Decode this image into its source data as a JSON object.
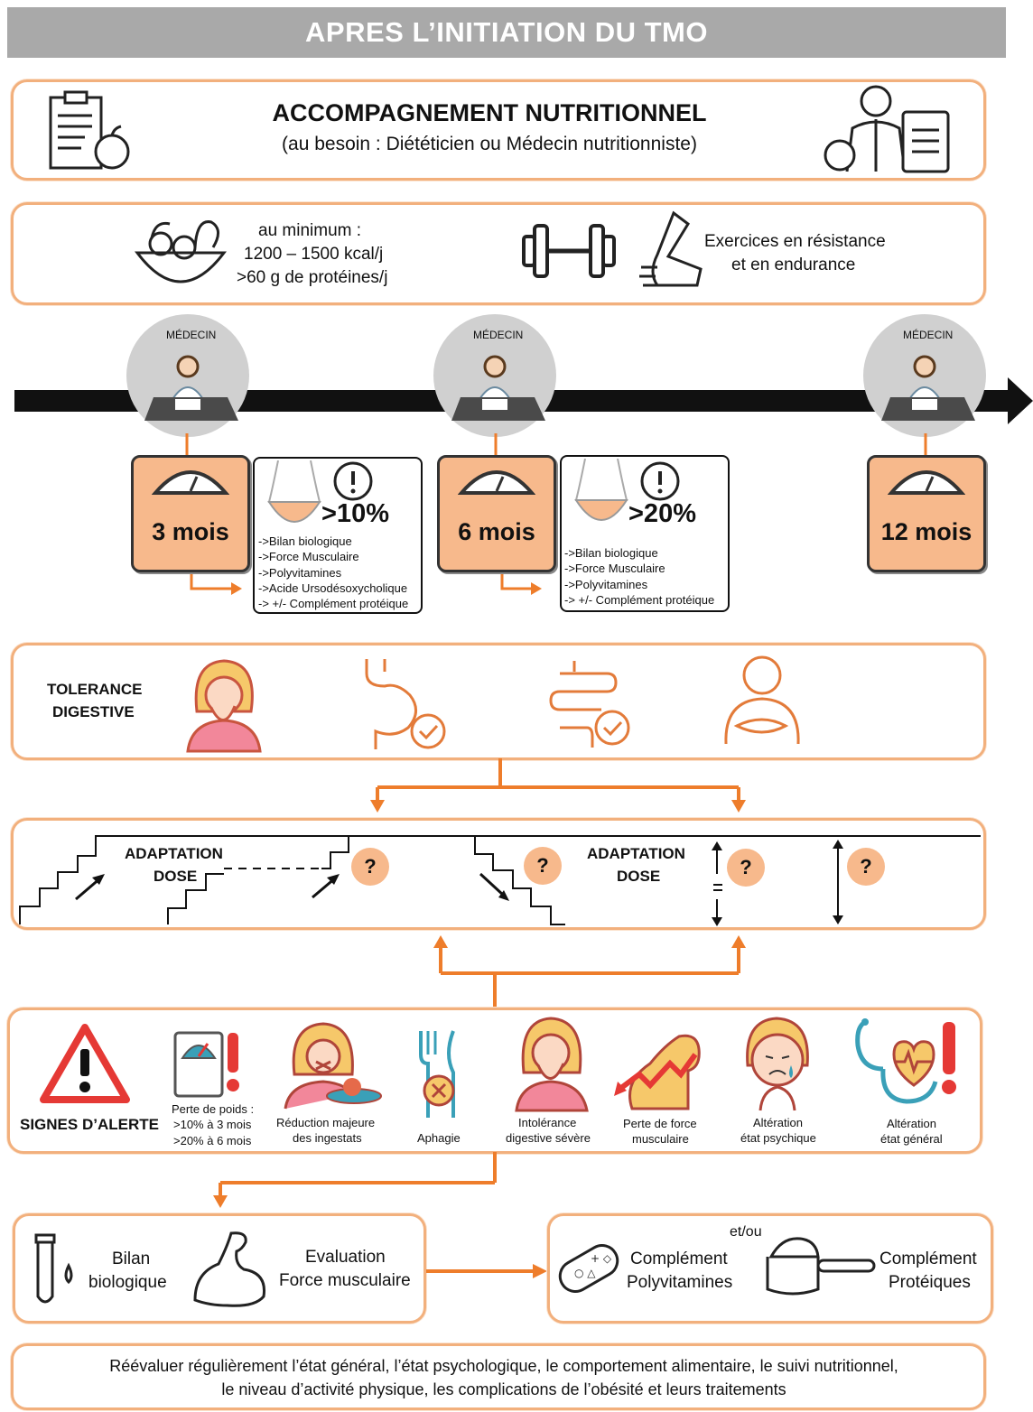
{
  "header": {
    "title": "APRES L’INITIATION DU TMO"
  },
  "nutrition": {
    "title": "ACCOMPAGNEMENT NUTRITIONNEL",
    "subtitle": "(au besoin : Diététicien ou Médecin nutritionniste)"
  },
  "targets": {
    "line1": "au minimum :",
    "line2": "1200 – 1500 kcal/j",
    "line3": ">60 g de protéines/j",
    "exercise1": "Exercices en résistance",
    "exercise2": "et en endurance"
  },
  "timeline": {
    "doctor_label": "MÉDECIN",
    "checkpoints": [
      {
        "label": "3 mois",
        "threshold": ">10%",
        "items": [
          "->Bilan biologique",
          "->Force Musculaire",
          "->Polyvitamines",
          "->Acide Ursodésoxycholique",
          "-> +/- Complément protéique"
        ]
      },
      {
        "label": "6 mois",
        "threshold": ">20%",
        "items": [
          "->Bilan biologique",
          "->Force Musculaire",
          "->Polyvitamines",
          "-> +/- Complément protéique"
        ]
      },
      {
        "label": "12 mois"
      }
    ]
  },
  "tolerance": {
    "line1": "TOLERANCE",
    "line2": "DIGESTIVE"
  },
  "adaptation": {
    "left_line1": "ADAPTATION",
    "left_line2": "DOSE",
    "right_line1": "ADAPTATION",
    "right_line2": "DOSE",
    "question": "?",
    "equal": "="
  },
  "alerts": {
    "title": "SIGNES D’ALERTE",
    "items": [
      {
        "l1": "Perte de poids :",
        "l2": ">10% à 3 mois",
        "l3": ">20% à 6 mois"
      },
      {
        "l1": "Réduction majeure",
        "l2": "des ingestats"
      },
      {
        "l1": "Aphagie"
      },
      {
        "l1": "Intolérance",
        "l2": "digestive sévère"
      },
      {
        "l1": "Perte de force",
        "l2": "musculaire"
      },
      {
        "l1": "Altération",
        "l2": "état psychique"
      },
      {
        "l1": "Altération",
        "l2": "état général"
      }
    ]
  },
  "evaluation": {
    "bilan1": "Bilan",
    "bilan2": "biologique",
    "force1": "Evaluation",
    "force2": "Force musculaire"
  },
  "supplements": {
    "etou": "et/ou",
    "poly1": "Complément",
    "poly2": "Polyvitamines",
    "prot1": "Complément",
    "prot2": "Protéiques"
  },
  "footer": {
    "line1": "Réévaluer régulièrement l’état général, l’état psychologique, le comportement alimentaire, le suivi nutritionnel,",
    "line2": "le niveau d’activité physique, les complications de l’obésité et leurs traitements"
  },
  "colors": {
    "orange": "#ee7d2b",
    "peach": "#f7b98c",
    "grey": "#a9a9a9",
    "red": "#e53935",
    "teal": "#3aa0b8"
  }
}
